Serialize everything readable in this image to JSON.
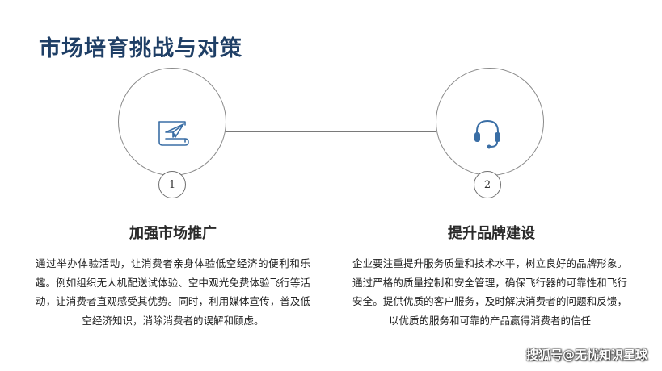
{
  "title": "市场培育挑战与对策",
  "items": [
    {
      "number": "1",
      "icon": "paper-plane-icon",
      "heading": "加强市场推广",
      "text": "通过举办体验活动，让消费者亲身体验低空经济的便利和乐趣。例如组织无人机配送试体验、空中观光免费体验飞行等活动，让消费者直观感受其优势。同时，利用媒体宣传，普及低空经济知识，消除消费者的误解和顾虑。"
    },
    {
      "number": "2",
      "icon": "headset-icon",
      "heading": "提升品牌建设",
      "text": "企业要注重提升服务质量和技术水平，树立良好的品牌形象。通过严格的质量控制和安全管理，确保飞行器的可靠性和飞行安全。提供优质的客户服务，及时解决消费者的问题和反馈，以优质的服务和可靠的产品赢得消费者的信任"
    }
  ],
  "watermark": "搜狐号@无忧知识星球",
  "colors": {
    "title": "#1f3f66",
    "icon": "#3a6ea5"
  }
}
